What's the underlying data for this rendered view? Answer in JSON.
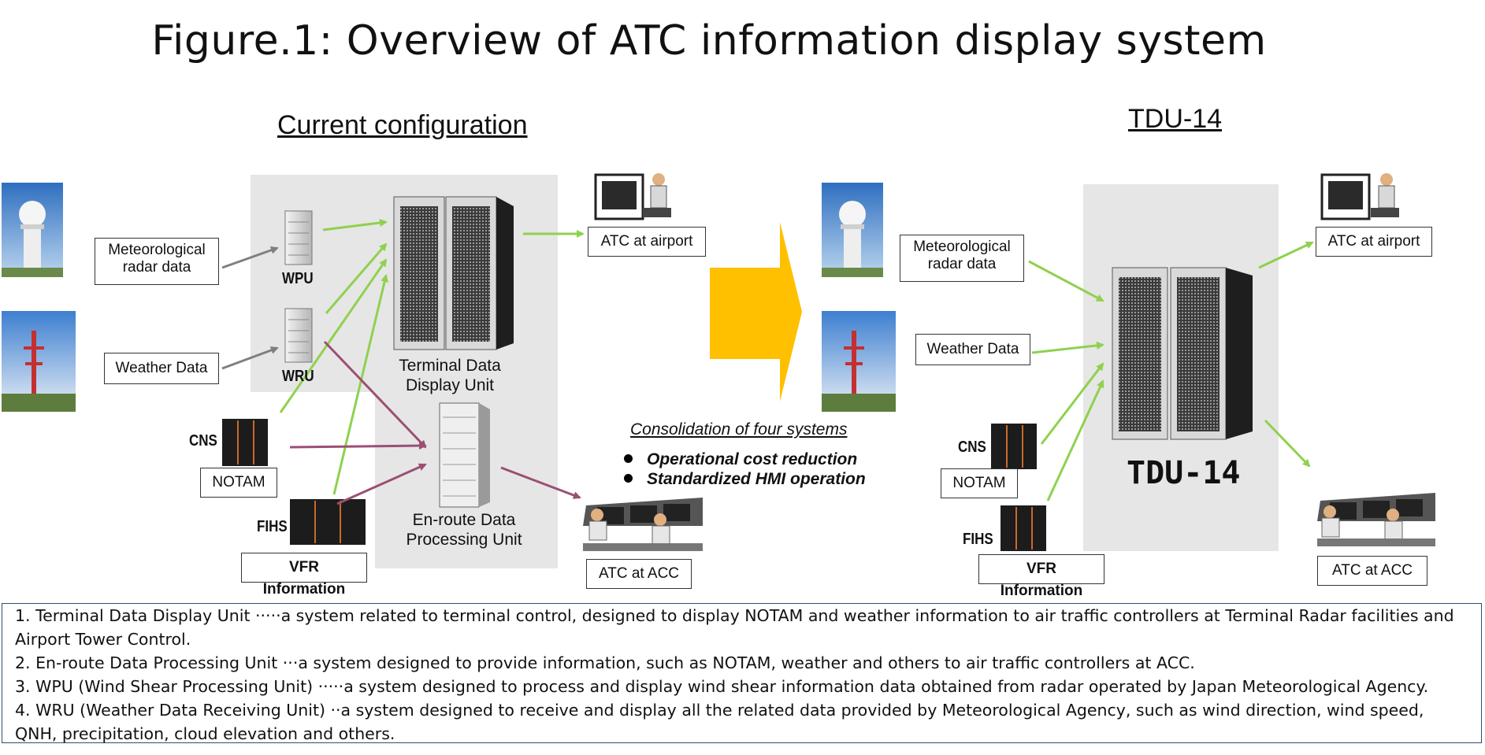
{
  "title": "Figure.1: Overview of  ATC information display system",
  "left": {
    "heading": "Current configuration",
    "met_radar_label": "Meteorological radar data",
    "weather_data_label": "Weather Data",
    "wpu_label": "WPU",
    "wru_label": "WRU",
    "cns_label": "CNS",
    "notam_label": "NOTAM",
    "fihs_label": "FIHS",
    "vfr_label": "VFR Information",
    "tddu_caption": "Terminal Data Display Unit",
    "edpu_caption": "En-route Data Processing Unit",
    "atc_airport_label": "ATC at airport",
    "atc_acc_label": "ATC at ACC"
  },
  "middle": {
    "consolidation_title": "Consolidation of four systems",
    "bullets": [
      "Operational cost reduction",
      "Standardized HMI operation"
    ],
    "arrow_color": "#ffc000"
  },
  "right": {
    "heading": "TDU-14",
    "met_radar_label": "Meteorological radar data",
    "weather_data_label": "Weather Data",
    "cns_label": "CNS",
    "notam_label": "NOTAM",
    "fihs_label": "FIHS",
    "vfr_label": "VFR Information",
    "tdu_label": "TDU-14",
    "atc_airport_label": "ATC at airport",
    "atc_acc_label": "ATC at ACC"
  },
  "colors": {
    "green_arrow": "#8fd14f",
    "purple_arrow": "#9b4f73",
    "grey_arrow": "#7f7f7f",
    "panel": "#e6e6e6",
    "notes_border": "#2e4d73"
  },
  "notes": [
    "1. Terminal Data Display Unit ·····a system related to terminal control, designed to display NOTAM and weather information to air traffic controllers at Terminal Radar facilities and Airport Tower Control.",
    "2. En-route Data Processing Unit ···a system designed to provide information, such as NOTAM, weather and others to air traffic controllers at ACC.",
    "3. WPU (Wind Shear Processing Unit) ·····a system designed to process and display wind shear information data obtained from radar operated by Japan Meteorological Agency.",
    "4. WRU (Weather Data Receiving Unit) ··a system designed to receive and display all the related data provided by Meteorological Agency, such as wind direction, wind speed, QNH, precipitation, cloud elevation and others."
  ]
}
